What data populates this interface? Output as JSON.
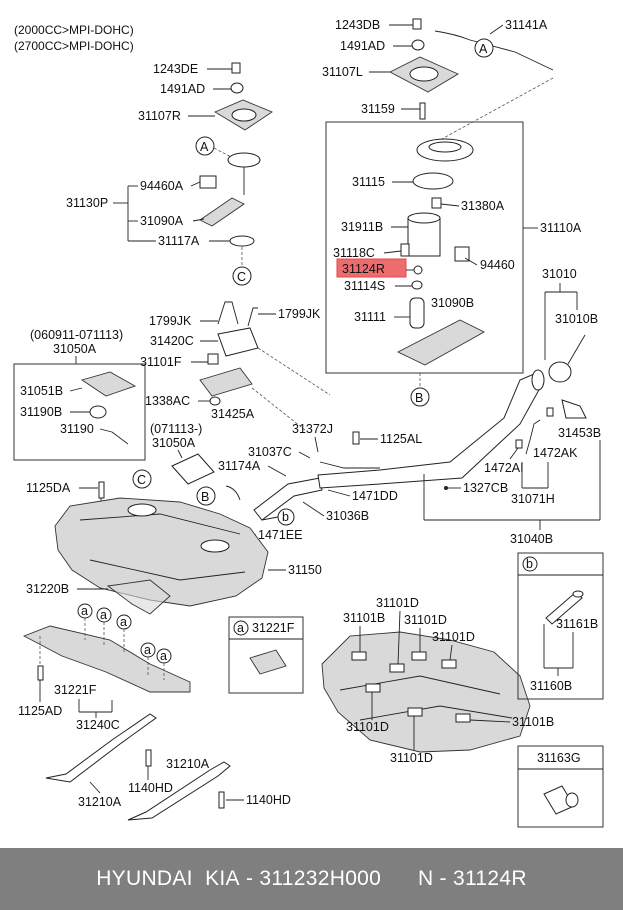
{
  "engine_notes": [
    "(2000CC>MPI-DOHC)",
    "(2700CC>MPI-DOHC)"
  ],
  "parts": {
    "p1243DE": "1243DE",
    "p1491AD_l": "1491AD",
    "p31107R": "31107R",
    "p31130P": "31130P",
    "p94460A": "94460A",
    "p31090A": "31090A",
    "p31117A": "31117A",
    "p1243DB": "1243DB",
    "p1491AD_r": "1491AD",
    "p31107L": "31107L",
    "p31141A": "31141A",
    "p31159": "31159",
    "p31115": "31115",
    "p31380A": "31380A",
    "p31911B": "31911B",
    "p31110A": "31110A",
    "p31118C": "31118C",
    "p31124R": "31124R",
    "p94460": "94460",
    "p31114S": "31114S",
    "p31111": "31111",
    "p31090B": "31090B",
    "p31010": "31010",
    "p31010B": "31010B",
    "p1799JK_l": "1799JK",
    "p1799JK_r": "1799JK",
    "p31420C": "31420C",
    "p31101F": "31101F",
    "p1338AC": "1338AC",
    "p31425A": "31425A",
    "date_range_1": "(060911-071113)",
    "p31050A_1": "31050A",
    "p31051B": "31051B",
    "p31190B": "31190B",
    "p31190": "31190",
    "date_range_2": "(071113-)",
    "p31050A_2": "31050A",
    "p31372J": "31372J",
    "p1125AL": "1125AL",
    "p31037C": "31037C",
    "p31174A": "31174A",
    "p1471DD": "1471DD",
    "p31036B": "31036B",
    "p1471EE": "1471EE",
    "p1125DA": "1125DA",
    "p31150": "31150",
    "p31220B": "31220B",
    "p1472AI": "1472AI",
    "p1472AK": "1472AK",
    "p31453B": "31453B",
    "p1327CB": "1327CB",
    "p31071H": "31071H",
    "p31040B": "31040B",
    "p31221F_box": "31221F",
    "p31221F": "31221F",
    "p1125AD": "1125AD",
    "p31240C": "31240C",
    "p31210A_l": "31210A",
    "p1140HD_l": "1140HD",
    "p31210A_r": "31210A",
    "p1140HD_r": "1140HD",
    "p31101D_1": "31101D",
    "p31101B_1": "31101B",
    "p31101D_2": "31101D",
    "p31101D_3": "31101D",
    "p31101B_2": "31101B",
    "p31101D_4": "31101D",
    "p31101D_5": "31101D",
    "p31161B": "31161B",
    "p31160B": "31160B",
    "p31163G": "31163G"
  },
  "callouts": {
    "A": "A",
    "B": "B",
    "C": "C",
    "a": "a",
    "b": "b"
  },
  "highlight_color": "#e8474a",
  "footer": {
    "brand": "HYUNDAI  KIA",
    "sep1": " - ",
    "part_number": "311232H000",
    "gap": "      ",
    "n_label": "N - ",
    "n_value": "31124R"
  }
}
